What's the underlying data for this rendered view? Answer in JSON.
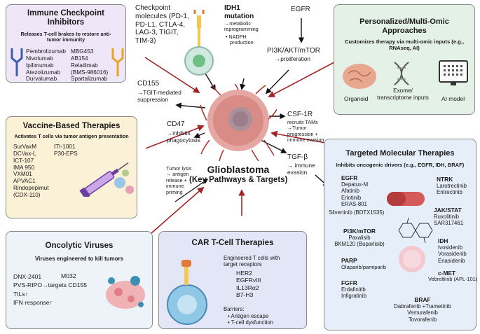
{
  "center": {
    "title1": "Glioblastoma",
    "title2": "(Key Pathways & Targets)"
  },
  "immune": {
    "title1": "Immune Checkpoint",
    "title2": "Inhibitors",
    "subtitle1": "Releases T-cell brakes to restore anti-",
    "subtitle2": "tumor immunity",
    "left_drugs": [
      "Pembrolizumab",
      "Nivolumab",
      "Ipilimumab",
      "Atezolizumab",
      "Durvalumab"
    ],
    "right_drugs": [
      "MBG453",
      "AB154",
      "Relatlimab",
      "(BMS-986016)",
      "Spartalizumab"
    ]
  },
  "vaccine": {
    "title": "Vaccine-Based Therapies",
    "subtitle": "Activates T cells via tumor antigen presentation",
    "left": [
      "SurVaxM",
      "DCVax-L",
      "ICT-107",
      "IMA 950",
      "VXM01",
      "APVAC1",
      "Rindopepimut",
      "(CDX-110)"
    ],
    "right": [
      "ITI-1001",
      "P30-EPS"
    ]
  },
  "oncolytic": {
    "title": "Oncolytic Viruses",
    "subtitle": "Viruses engineered to kill tumors",
    "items": [
      "DNX-2401",
      "PVS-RIPO→targets CD155",
      "TILs↑",
      "IFN response↑"
    ],
    "extra": "M032"
  },
  "car": {
    "title": "CAR T-Cell Therapies",
    "desc1": "Engineered T cells with",
    "desc2": "target receptors",
    "targets": [
      "HER2",
      "EGFRvIII",
      "IL13Rα2",
      "B7-H3"
    ],
    "barriers_label": "Barriers:",
    "barriers": [
      "Antigen escape",
      "T-cell dysfunction"
    ]
  },
  "omic": {
    "title1": "Personalized/Multi-Omic",
    "title2": "Approaches",
    "subtitle1": "Customizes therapy via multi-omic inputs (e.g.,",
    "subtitle2": "RNAseq, AI)",
    "organoid": "Organoid",
    "exome1": "Exome/",
    "exome2": "transcriptome inputs",
    "ai": "AI model"
  },
  "targeted": {
    "title": "Targeted Molecular Therapies",
    "subtitle": "Inhibits oncogenic drivers (e.g., EGFR, IDH, BRAF)",
    "egfr": {
      "name": "EGFR",
      "drugs": [
        "Depatux-M",
        "Afatinib",
        "Erlotinib",
        "ERAS-801",
        "Silvertinib (BDTX1535)"
      ]
    },
    "pi3k": {
      "name": "PI3K/mTOR",
      "drugs": [
        "Paxalisib",
        "BKM120 (Buparlisib)"
      ]
    },
    "parp": {
      "name": "PARP",
      "drugs": [
        "Olaparib/pamiparib"
      ]
    },
    "fgfr": {
      "name": "FGFR",
      "drugs": [
        "Erdafinitib",
        "Infigratinib"
      ]
    },
    "ntrk": {
      "name": "NTRK",
      "drugs": [
        "Larotrectinib",
        "Entrectinib"
      ]
    },
    "jak": {
      "name": "JAK/STAT",
      "drugs": [
        "Ruxolitinib",
        "SAR317461"
      ]
    },
    "idh": {
      "name": "IDH",
      "drugs": [
        "Ivosidenib",
        "Vorasidenib",
        "Enasidenib"
      ]
    },
    "cmet": {
      "name": "c-MET",
      "drugs": [
        "Vebreltinib (APL-101)"
      ]
    },
    "braf": {
      "name": "BRAF",
      "drugs": [
        "Dabrafenib +Trametinib",
        "Vemurafenib",
        "Tovorafenib"
      ]
    }
  },
  "pathways": {
    "checkpoint": [
      "Checkpoint",
      "molecules (PD-1,",
      "PD-L1, CTLA-4,",
      "LAG-3, TIGIT,",
      "TIM-3)"
    ],
    "idh1_title": [
      "IDH1",
      "mutation"
    ],
    "idh1_sub": [
      "→metabolic",
      "reprogramming"
    ],
    "idh1_bullet": [
      "• NADPH",
      "production"
    ],
    "egfr": "EGFR",
    "pi3k": "PI3K/AKT/mTOR",
    "pi3k_sub": "→proliferation",
    "cd155": "CD155",
    "cd155_sub": [
      "→TGIT-mediated",
      "suppression"
    ],
    "csf": "CSF-1R",
    "csf_sub": [
      "recruits TAMs",
      "→Tumor",
      "progression +",
      "immune evasion"
    ],
    "cd47": "CD47",
    "cd47_sub": [
      "→inhibits",
      "phagocytosis"
    ],
    "tgf": "TGF-β",
    "tgf_sub": [
      "→ immune",
      "evasion"
    ],
    "lysis": [
      "Tumor lysis",
      "→ antigen",
      "release +",
      "immune",
      "priming"
    ]
  },
  "colors": {
    "immune_bg": "#efe6f7",
    "vaccine_bg": "#fbf1d6",
    "oncolytic_bg": "#eef3fa",
    "car_bg": "#e3e6f6",
    "omic_bg": "#e4f1e6",
    "targeted_bg": "#e6eef9",
    "red_arrow": "#a32424"
  }
}
